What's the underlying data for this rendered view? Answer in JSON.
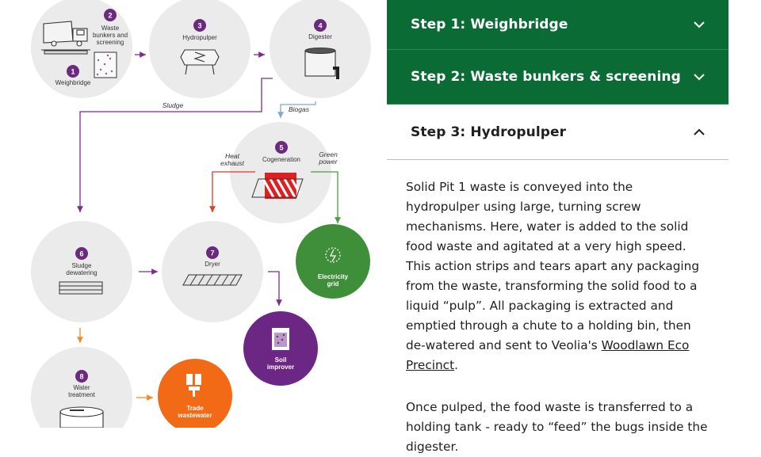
{
  "diagram": {
    "steps": [
      {
        "num": "1",
        "label": [
          "Weighbridge"
        ]
      },
      {
        "num": "2",
        "label": [
          "Waste",
          "bunkers and",
          "screening"
        ]
      },
      {
        "num": "3",
        "label": [
          "Hydropulper"
        ]
      },
      {
        "num": "4",
        "label": [
          "Digester"
        ]
      },
      {
        "num": "5",
        "label": [
          "Cogeneration"
        ]
      },
      {
        "num": "6",
        "label": [
          "Sludge",
          "dewatering"
        ]
      },
      {
        "num": "7",
        "label": [
          "Dryer"
        ]
      },
      {
        "num": "8",
        "label": [
          "Water",
          "treatment"
        ]
      }
    ],
    "outputs": {
      "electricity": [
        "Electricity",
        "grid"
      ],
      "soil": [
        "Soil",
        "improver"
      ],
      "trade": [
        "Trade",
        "wastewater"
      ]
    },
    "flow_labels": {
      "sludge": "Sludge",
      "biogas": "Biogas",
      "heat": [
        "Heat",
        "exhaust"
      ],
      "green": [
        "Green",
        "power"
      ]
    },
    "colors": {
      "circle": "#ebebeb",
      "badge": "#6b2a7e",
      "flow_purple": "#7b2d8e",
      "flow_blue": "#7ea6d6",
      "flow_red": "#e0382b",
      "flow_green": "#4a9a3f",
      "flow_orange": "#f08a24",
      "electricity": "#3f8f3a",
      "soil": "#6c2785",
      "trade": "#f26a16"
    }
  },
  "accordion": {
    "items": [
      {
        "title": "Step 1: Weighbridge",
        "state": "collapsed"
      },
      {
        "title": "Step 2: Waste bunkers & screening",
        "state": "collapsed"
      },
      {
        "title": "Step 3: Hydropulper",
        "state": "expanded"
      }
    ],
    "content": {
      "p1_text": "Solid Pit 1 waste is conveyed into the hydropulper using large, turning screw mechanisms. Here, water is added to the solid food waste and agitated at a very high speed. This action strips and tears apart any packaging from the waste, transforming the solid food to a liquid “pulp”. All packaging is extracted and emptied through a chute to a holding bin, then de-watered and sent to Veolia's ",
      "p1_link": "Woodlawn Eco Precinct",
      "p1_end": ".",
      "p2_text": "Once pulped, the food waste is transferred to a holding tank - ready to “feed” the bugs inside the digester."
    },
    "colors": {
      "header_bg": "#0a6b35",
      "header_text": "#ffffff"
    }
  }
}
